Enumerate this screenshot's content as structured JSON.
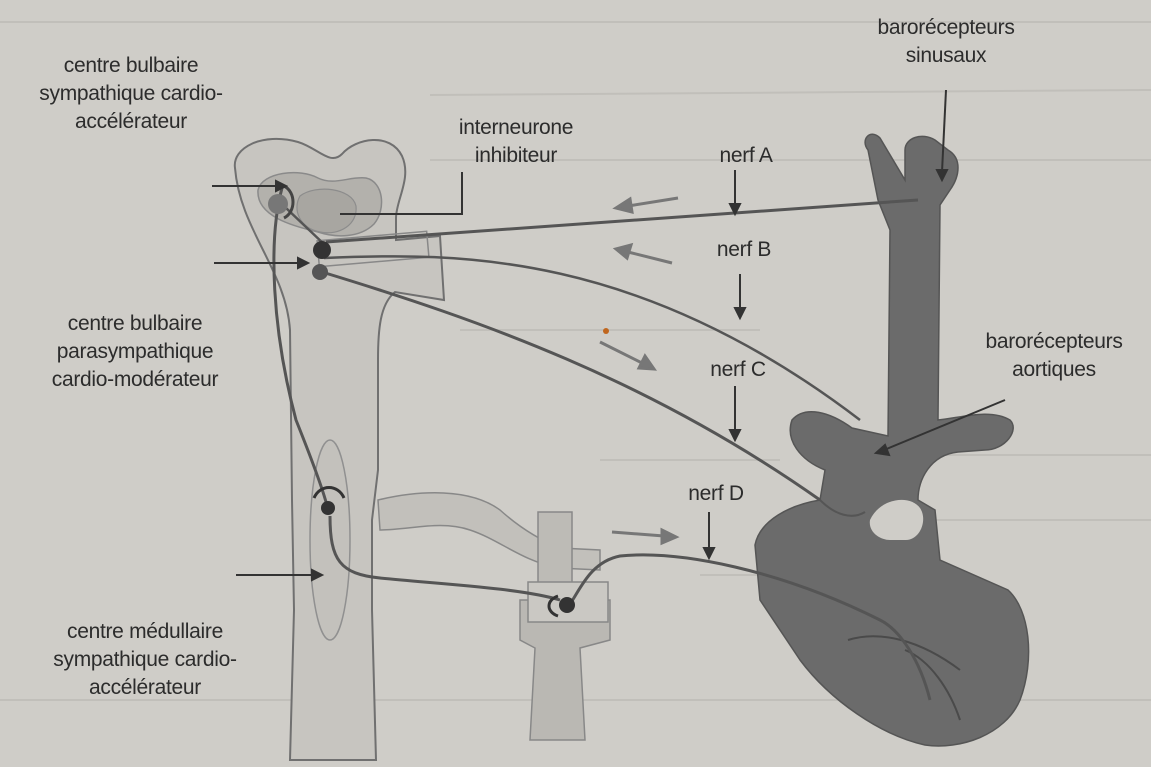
{
  "labels": {
    "centre_bulbaire_sympathique": [
      "centre bulbaire",
      "sympathique cardio-",
      "accélérateur"
    ],
    "interneurone": [
      "interneurone",
      "inhibiteur"
    ],
    "centre_bulbaire_parasympathique": [
      "centre bulbaire",
      "parasympathique",
      "cardio-modérateur"
    ],
    "centre_medullaire": [
      "centre médullaire",
      "sympathique cardio-",
      "accélérateur"
    ],
    "barorecepteurs_sinusaux": [
      "barorécepteurs",
      "sinusaux"
    ],
    "barorecepteurs_aortiques": [
      "barorécepteurs",
      "aortiques"
    ],
    "nerf_a": "nerf A",
    "nerf_b": "nerf B",
    "nerf_c": "nerf C",
    "nerf_d": "nerf D"
  },
  "colors": {
    "background": "#cfcdc8",
    "text": "#2c2c2c",
    "pathway": "#555555",
    "heart_vessels": "#6b6b6b",
    "tissue": "#bdbbb6"
  }
}
